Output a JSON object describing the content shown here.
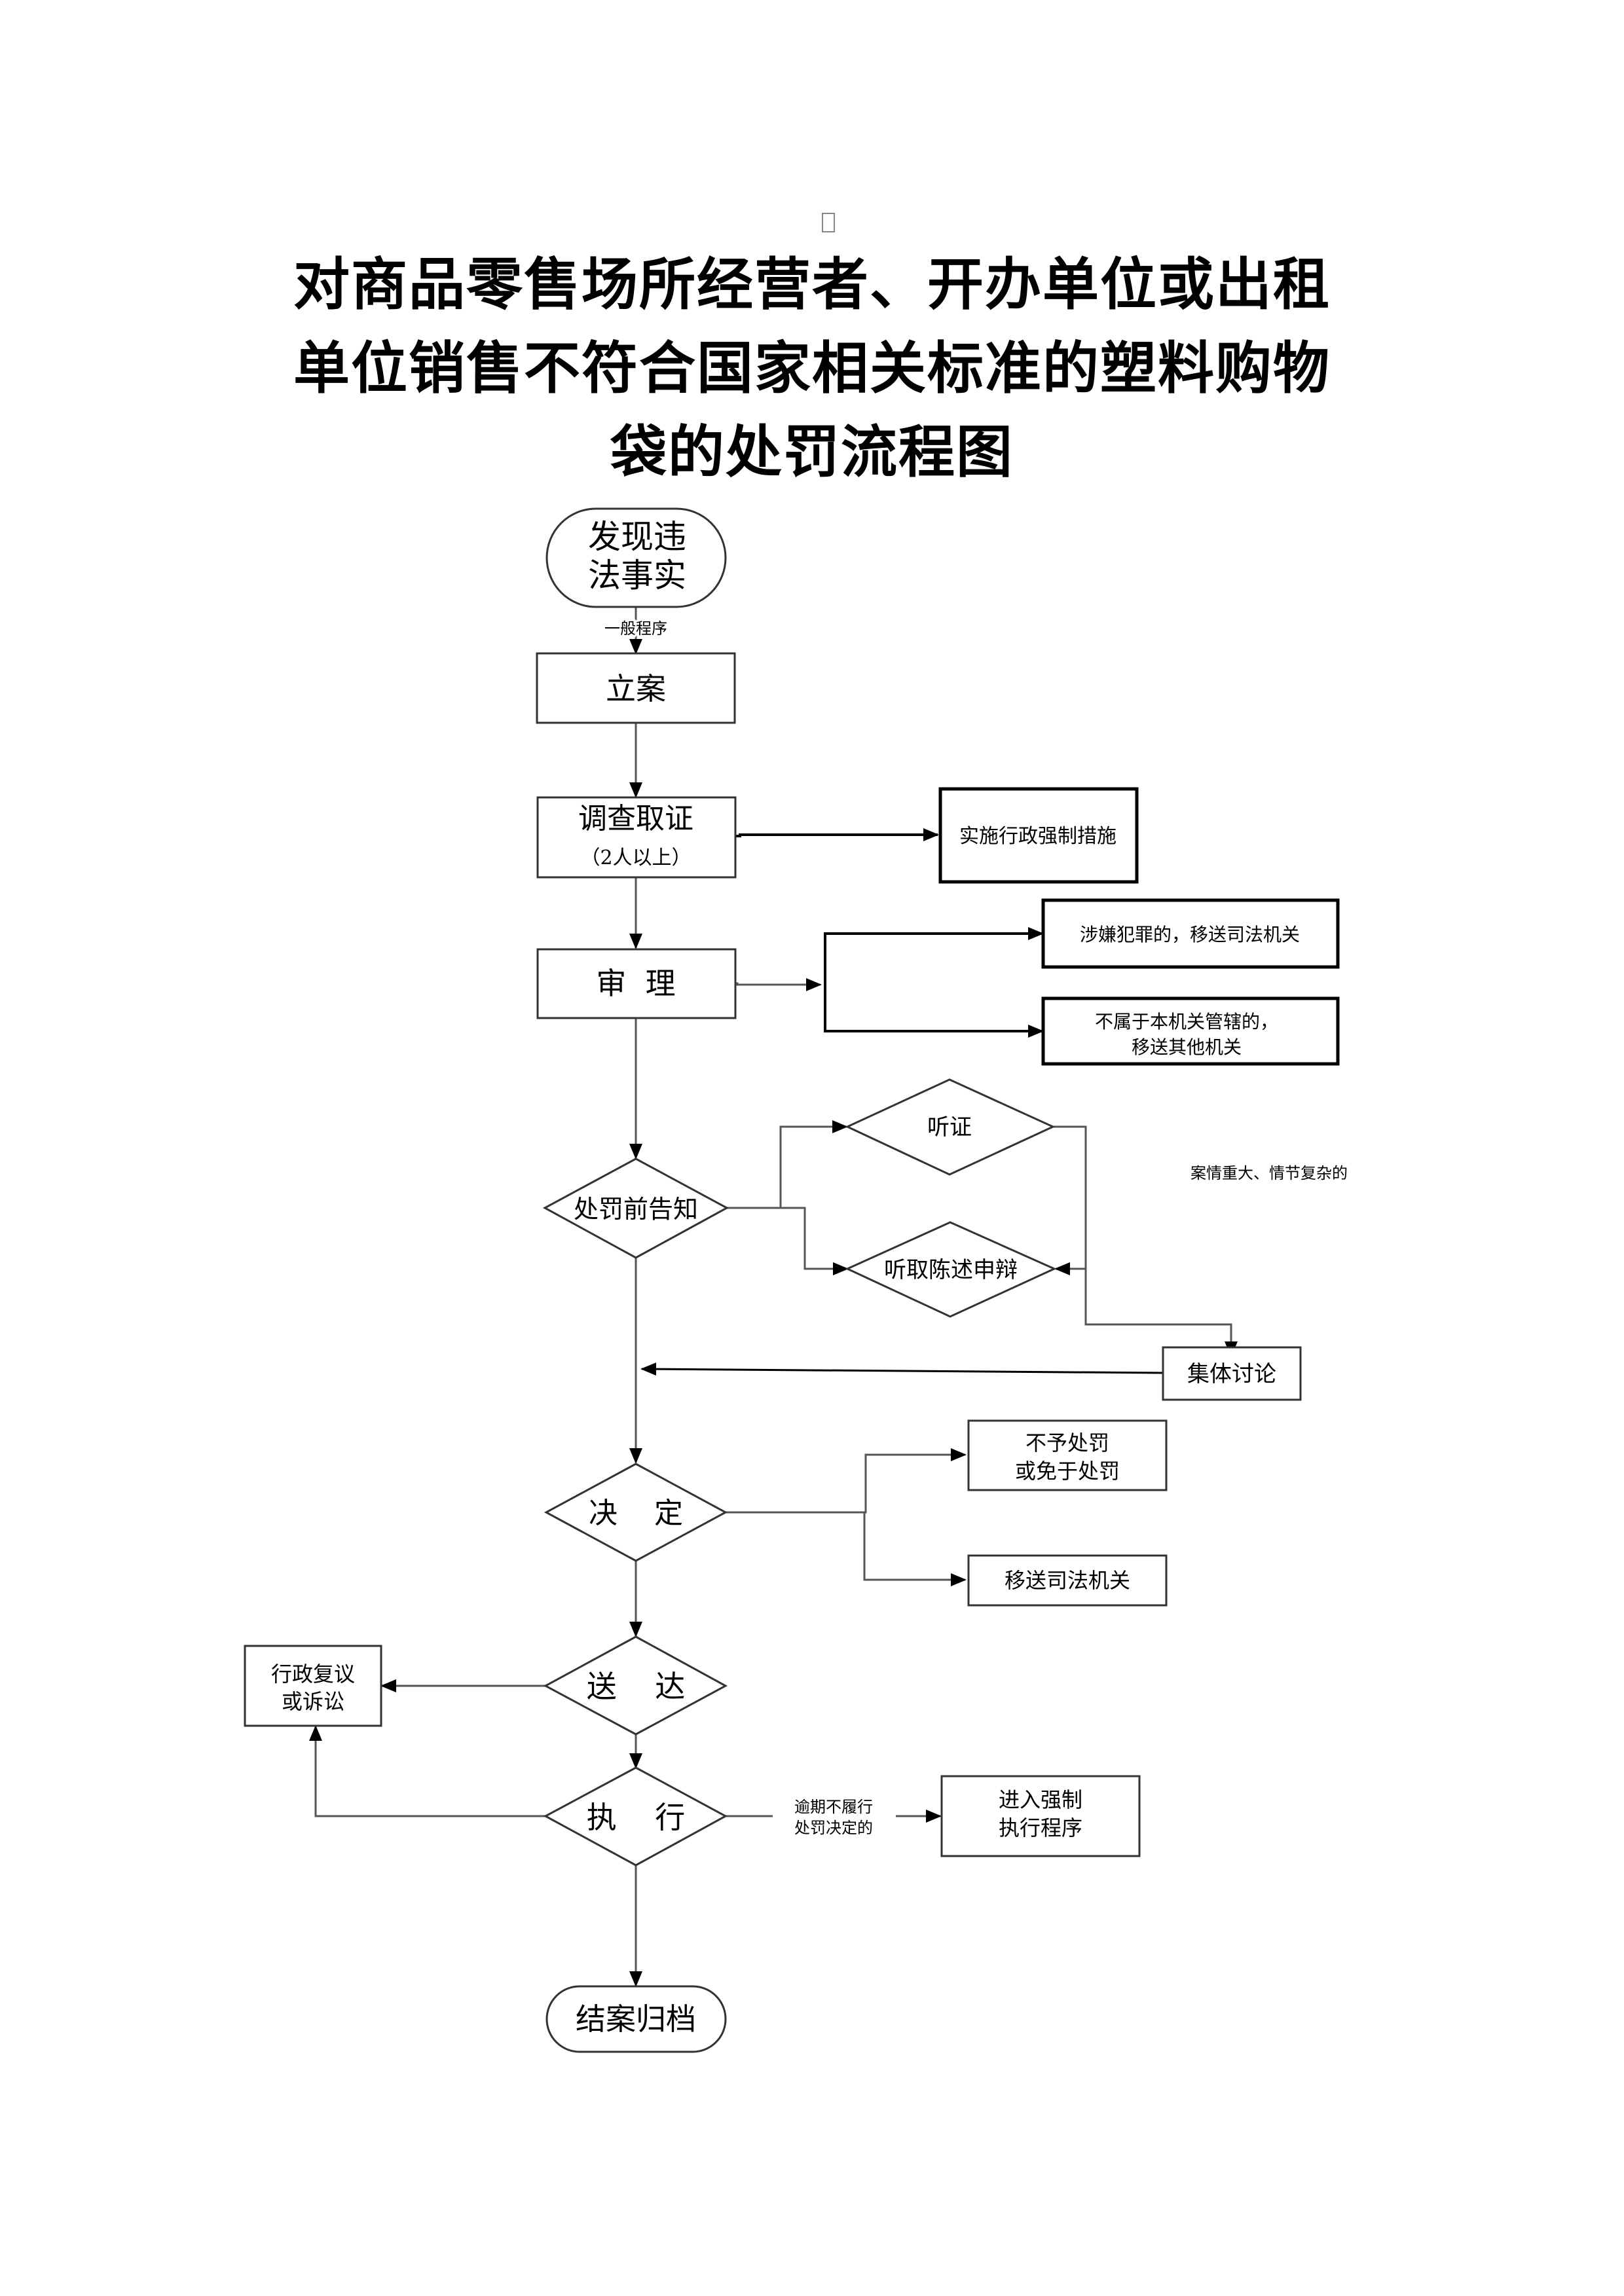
{
  "document": {
    "placeholder_glyph": "missing-glyph-box",
    "title_lines": [
      "对商品零售场所经营者、开办单位或出租",
      "单位销售不符合国家相关标准的塑料购物",
      "袋的处罚流程图"
    ]
  },
  "flowchart": {
    "nodes": {
      "discover": [
        "发现违",
        "法事实"
      ],
      "register": [
        "立案"
      ],
      "investigate": [
        "调查取证",
        "（2人以上）"
      ],
      "coercive_measures": [
        "实施行政强制措施"
      ],
      "review": [
        "审  理"
      ],
      "transfer_judicial_crime": [
        "涉嫌犯罪的，移送司法机关"
      ],
      "transfer_other": [
        "不属于本机关管辖的，",
        "移送其他机关"
      ],
      "pre_notice": [
        "处罚前告知"
      ],
      "hearing": [
        "听证"
      ],
      "statement_defense": [
        "听取陈述申辩"
      ],
      "collective_discussion": [
        "集体讨论"
      ],
      "decision": [
        "决    定"
      ],
      "no_penalty": [
        "不予处罚",
        "或免于处罚"
      ],
      "transfer_judicial": [
        "移送司法机关"
      ],
      "delivery": [
        "送    达"
      ],
      "reconsideration": [
        "行政复议",
        "或诉讼"
      ],
      "execution": [
        "执    行"
      ],
      "forced_execution": [
        "进入强制",
        "执行程序"
      ],
      "archive": [
        "结案归档"
      ]
    },
    "edge_labels": {
      "general_procedure": "一般程序",
      "serious_complex": "案情重大、情节复杂的",
      "overdue": [
        "逾期不履行",
        "处罚决定的"
      ]
    }
  }
}
